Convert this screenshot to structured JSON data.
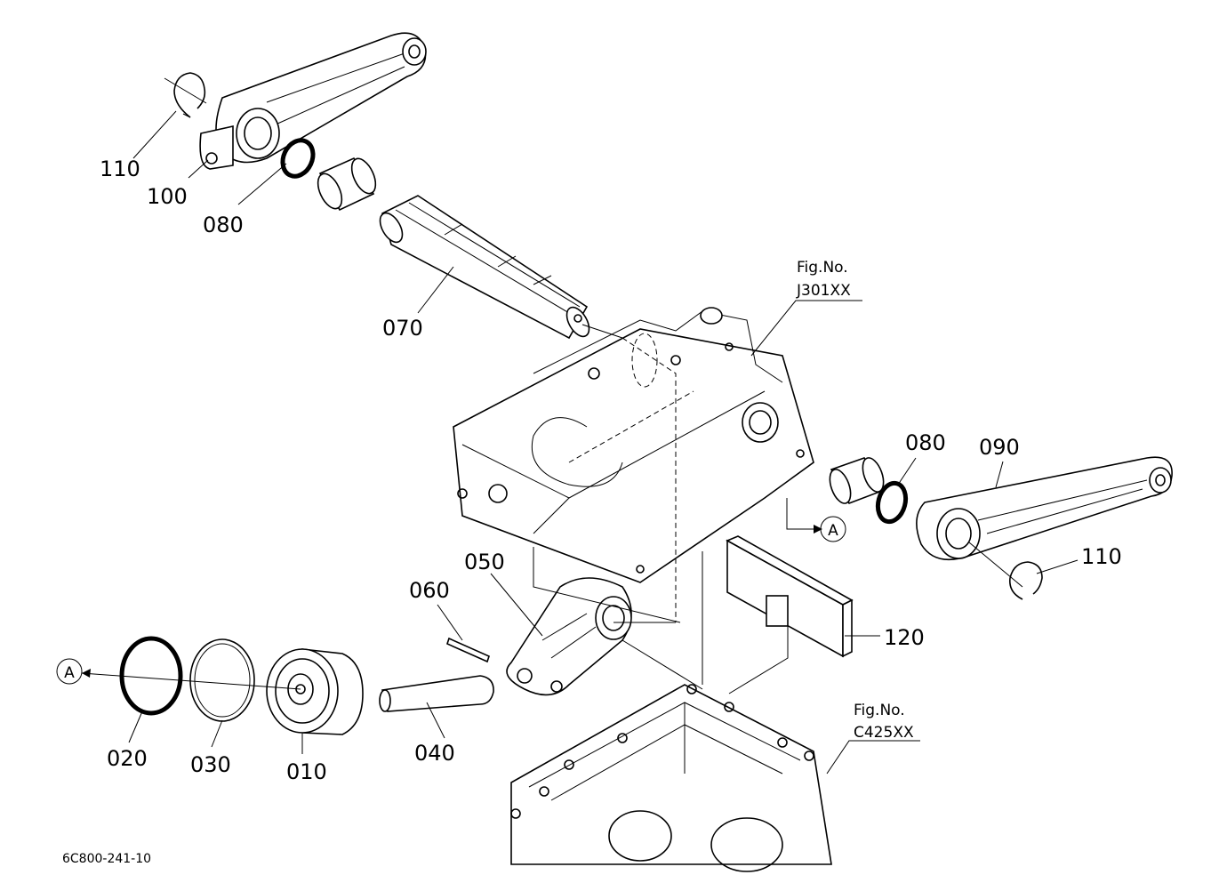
{
  "diagram": {
    "labels": {
      "p010": "010",
      "p020": "020",
      "p030": "030",
      "p040": "040",
      "p050": "050",
      "p060": "060",
      "p070": "070",
      "p080_top": "080",
      "p080_right": "080",
      "p090": "090",
      "p100": "100",
      "p110_top": "110",
      "p110_right": "110",
      "p120": "120"
    },
    "refs": {
      "upper_fig": "Fig.No.",
      "upper_code": "J301XX",
      "lower_fig": "Fig.No.",
      "lower_code": "C425XX"
    },
    "markers": {
      "a_right": "A",
      "a_left": "A"
    },
    "drawing_code": "6C800-241-10"
  }
}
